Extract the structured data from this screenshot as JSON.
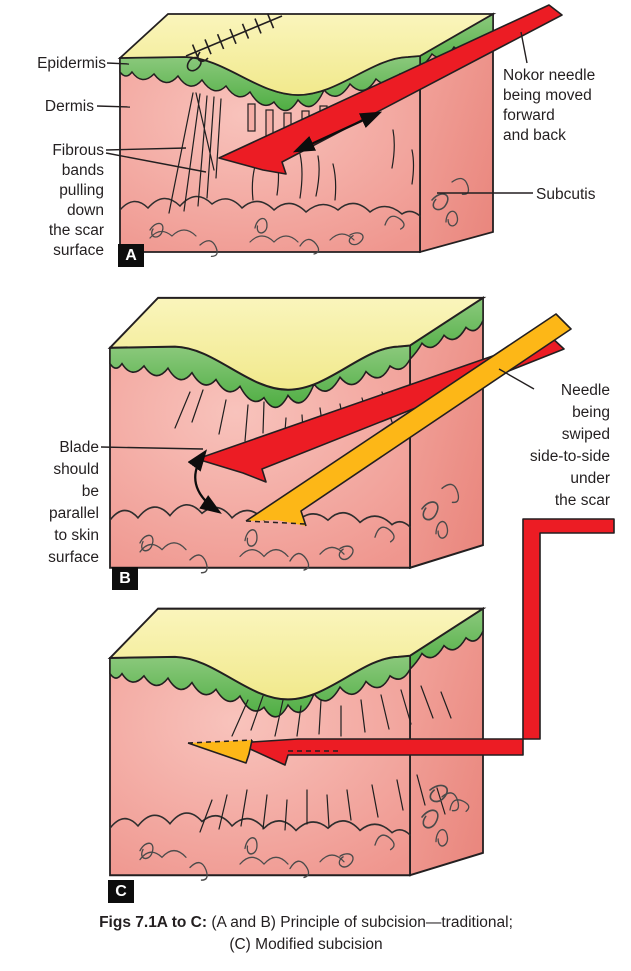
{
  "caption": {
    "bold_prefix": "Figs 7.1A to C:",
    "line1_rest": " (A and B) Principle of subcision—traditional;",
    "line2": "(C) Modified subcision"
  },
  "panels": {
    "a": {
      "letter": "A",
      "labels": {
        "epidermis": "Epidermis",
        "dermis": "Dermis",
        "fibrous_bands": "Fibrous\nbands\npulling\ndown\nthe scar\nsurface",
        "nokor_needle": "Nokor needle\nbeing moved\nforward\nand back",
        "subcutis": "Subcutis"
      }
    },
    "b": {
      "letter": "B",
      "labels": {
        "blade_parallel": "Blade\nshould\nbe\nparallel\nto skin\nsurface",
        "needle_swiped": "Needle\nbeing\nswiped\nside-to-side\nunder\nthe scar"
      }
    },
    "c": {
      "letter": "C"
    }
  },
  "colors": {
    "skin_surface_yellow": "#f5ee9b",
    "epidermis_green": "#5fb254",
    "dermis_pink": "#f2a19a",
    "needle_red": "#ec1c24",
    "needle_yellow": "#fdb717",
    "outline_black": "#231f20"
  }
}
